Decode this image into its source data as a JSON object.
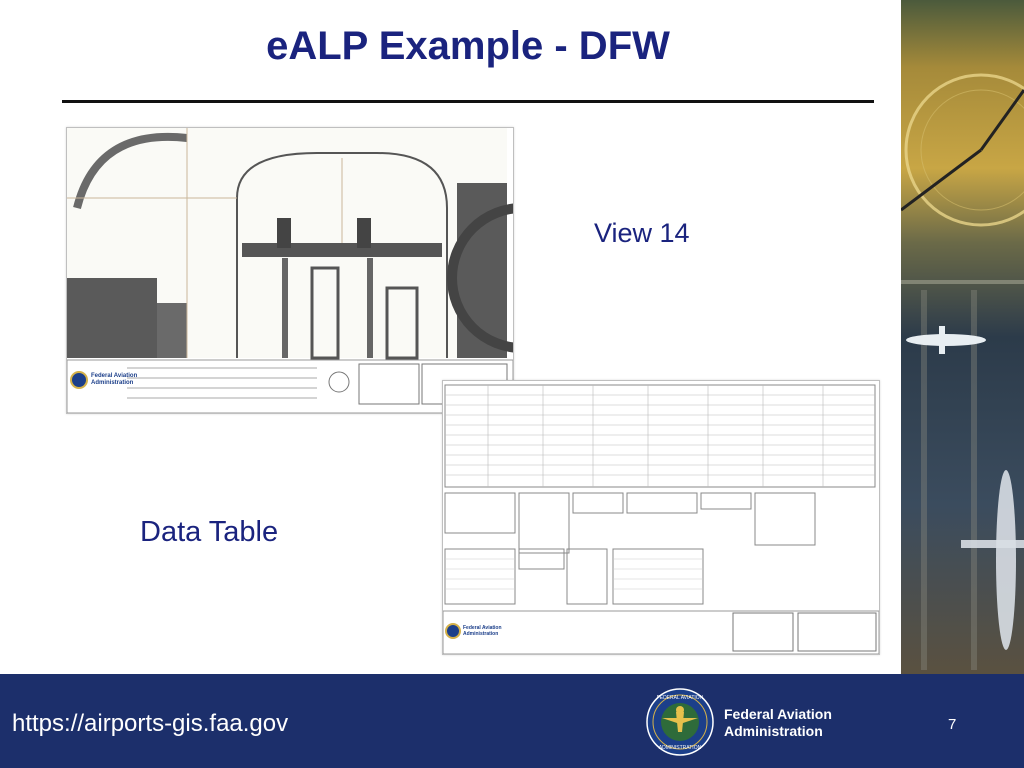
{
  "slide": {
    "title": "eALP Example - DFW",
    "view_label": "View 14",
    "table_label": "Data Table"
  },
  "footer": {
    "url": "https://airports-gis.faa.gov",
    "org_line1": "Federal Aviation",
    "org_line2": "Administration",
    "page_number": "7"
  },
  "thumbnails": {
    "org_line1": "Federal Aviation",
    "org_line2": "Administration"
  },
  "colors": {
    "title": "#1a237e",
    "footer_bg": "#1c2f6b",
    "label": "#1a237e"
  },
  "icons": [
    "faa-seal-icon"
  ]
}
